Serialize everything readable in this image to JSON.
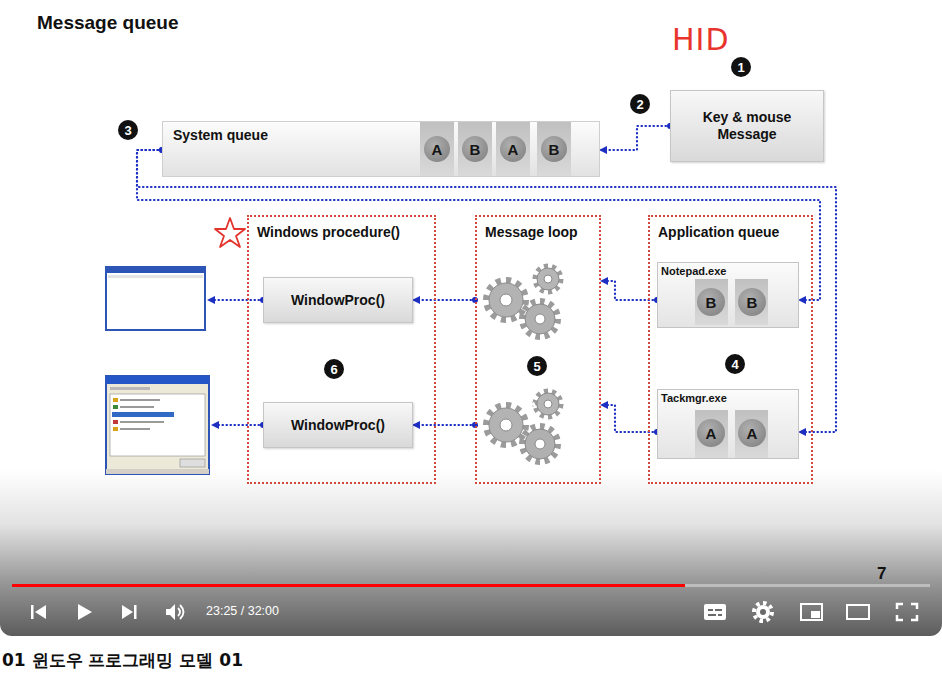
{
  "diagram": {
    "title": "Message queue",
    "caption": "01 윈도우 프로그래밍 모델 01",
    "nodes": [
      {
        "text": [
          "Key & mouse Message"
        ]
      },
      {
        "text": [
          "System queue"
        ]
      },
      {
        "text": [
          "A"
        ],
        "in": 1
      },
      {
        "text": [
          "B"
        ],
        "in": 1
      },
      {
        "text": [
          "A"
        ],
        "in": 1
      },
      {
        "text": [
          "B"
        ],
        "in": 1
      },
      {
        "text": [
          "Windows procedure()"
        ]
      },
      {
        "text": [
          "WindowProc()"
        ],
        "in": 6
      },
      {
        "text": [
          "WindowProc()"
        ],
        "in": 6
      },
      {
        "text": [
          "Message loop"
        ]
      },
      {
        "text": [
          "Application queue"
        ]
      },
      {
        "text": [
          "Notepad.exe"
        ],
        "in": 10
      },
      {
        "text": [
          "B"
        ],
        "in": 11
      },
      {
        "text": [
          "B"
        ],
        "in": 11
      },
      {
        "text": [
          "Tackmgr.exe"
        ],
        "in": 10
      },
      {
        "text": [
          "A"
        ],
        "in": 14
      },
      {
        "text": [
          "A"
        ],
        "in": 14
      }
    ],
    "edges": [
      {
        "from": 0,
        "to": 1,
        "arrow": "to"
      },
      {
        "from": 1,
        "to": 11,
        "arrow": "to"
      },
      {
        "from": 1,
        "to": 14,
        "arrow": "to"
      },
      {
        "from": 11,
        "to": 9,
        "arrow": "to"
      },
      {
        "from": 14,
        "to": 9,
        "arrow": "to"
      },
      {
        "from": 9,
        "to": 7,
        "arrow": "to"
      },
      {
        "from": 9,
        "to": 8,
        "arrow": "to"
      }
    ],
    "labels": [
      "HID",
      "1",
      "2",
      "3",
      "4",
      "5",
      "6",
      "7",
      "23:25 / 32:00"
    ]
  }
}
